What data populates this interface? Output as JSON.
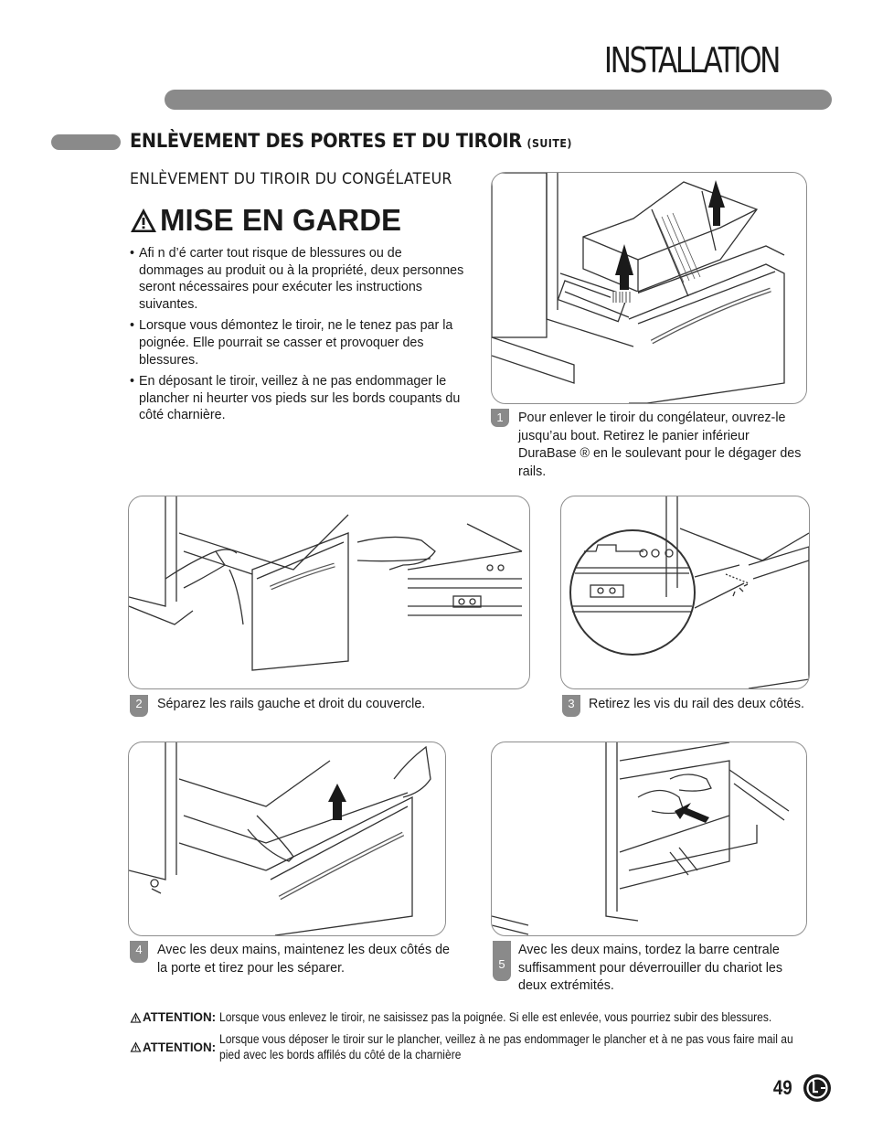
{
  "header": {
    "title": "INSTALLATION"
  },
  "section": {
    "heading": "ENLÈVEMENT DES PORTES ET DU TIROIR",
    "heading_suffix": "(SUITE)",
    "subheading": "ENLÈVEMENT DU TIROIR DU CONGÉLATEUR"
  },
  "warning": {
    "title": "MISE EN GARDE",
    "icon": "warning-triangle-icon",
    "bullet": "•",
    "items": [
      "Afi n d’é carter tout risque de blessures ou de dommages au produit ou à la propriété, deux personnes seront nécessaires pour exécuter les instructions suivantes.",
      "Lorsque vous démontez le tiroir, ne le tenez pas par la poignée. Elle pourrait se casser et provoquer des blessures.",
      "En déposant le tiroir, veillez à ne pas endommager le plancher ni heurter vos pieds sur les bords coupants du côté charnière."
    ]
  },
  "steps": [
    {
      "number": "1",
      "text": "Pour enlever le tiroir du congélateur, ouvrez-le jusqu’au bout. Retirez le panier inférieur DuraBase ® en le soulevant pour le dégager des rails."
    },
    {
      "number": "2",
      "text": "Séparez les rails gauche et droit du couvercle."
    },
    {
      "number": "3",
      "text": "Retirez les vis du rail des deux côtés."
    },
    {
      "number": "4",
      "text": "Avec les deux mains, maintenez les deux côtés de la porte et tirez pour les séparer."
    },
    {
      "number": "5",
      "text": "Avec les deux mains, tordez la barre centrale suffisamment pour déverrouiller du chariot les deux extrémités."
    }
  ],
  "attention": {
    "label": "ATTENTION:",
    "items": [
      "Lorsque vous enlevez le tiroir, ne saisissez pas la poignée. Si elle est enlevée, vous pourriez subir des blessures.",
      "Lorsque vous déposer le tiroir sur le plancher, veillez à ne pas endommager le plancher et à ne pas vous faire mail au pied avec les bords affilés du côté de la charnière"
    ]
  },
  "footer": {
    "page_number": "49",
    "logo_text": "LG"
  },
  "colors": {
    "accent_gray": "#8a8a8a",
    "line_art": "#333333",
    "text": "#1a1a1a"
  }
}
